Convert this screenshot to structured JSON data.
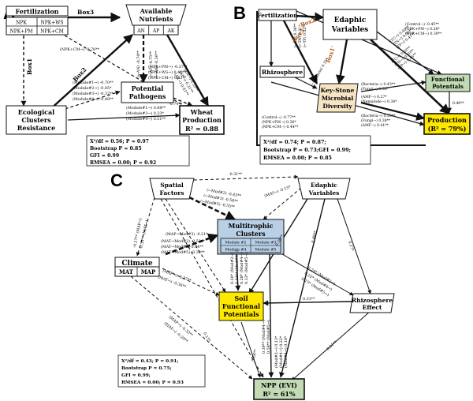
{
  "colors": {
    "ink": "#111111",
    "box_fill": "#ffffff",
    "blue_fill": "#b8cfe6",
    "green_fill": "#c2dbb4",
    "yellow_fill": "#ffe800",
    "tan_fill": "#f6e4c4",
    "brown_text": "#b35a1b"
  },
  "panel_a": {
    "letter": "A",
    "fertilization": {
      "title": "Fertilization",
      "cells": [
        "NPK",
        "NPK+WS",
        "NPK+PM",
        "NPK+CM"
      ]
    },
    "available_nutrients": {
      "title_line1": "Available",
      "title_line2": "Nutrients",
      "cells": [
        "AN",
        "AP",
        "AK"
      ]
    },
    "potential_pathogens": {
      "line1": "Potential",
      "line2": "Pathogens"
    },
    "ecological_clusters": {
      "line1": "Ecological",
      "line2": "Clusters",
      "line3": "Resistance"
    },
    "wheat_production": {
      "line1": "Wheat",
      "line2": "Production",
      "line3": "R² = 0.88"
    },
    "box_labels": [
      "Box1",
      "Box2",
      "Box3"
    ],
    "edge_labels": {
      "e1": "(NPK+CM→) -0.76**",
      "e2": "(Module#1→) -0.70**",
      "e3": "(Module#2→) -0.85*",
      "e4": "(Module#3→) -0.37**",
      "e5": "(Module#4→) -0.48**",
      "e6": "(Module#1→) 0.88**",
      "e7": "(Module#3→) 0.33*",
      "e8": "(Module#4→) 0.51**",
      "e9": "-0.74**",
      "e10": "(NPK+PM→) -0.37**",
      "e11": "(NPK+WS→) 0.46**",
      "e12": "(NPK+CM→) 0.53**",
      "e13": "(AN→) 0.53**",
      "e14": "(AP→) 0.31**",
      "e15": "(AK→) 0.41**",
      "e16": "(←AN) -0.74**",
      "e17": "(←AP) -0.75**",
      "e18": "(←AK) -0.36**"
    },
    "stats": {
      "l1": "X²/df = 0.56; P = 0.97",
      "l2": "Bootstrap P = 0.85",
      "l3": "GFI = 0.99",
      "l4": "RMSEA = 0.00; P = 0.92"
    }
  },
  "panel_b": {
    "letter": "B",
    "fertilization": "Fertilization",
    "edaphic": {
      "line1": "Edaphic",
      "line2": "Variables"
    },
    "rhizosphere": "Rhizosphere",
    "keystone": {
      "line1": "Key-Stone",
      "line2": "Microbial",
      "line3": "Diversity"
    },
    "functional": {
      "line1": "Functional",
      "line2": "Potentials"
    },
    "production": {
      "line1": "Production",
      "line2": "(R² = 79%)"
    },
    "box_labels": [
      "Box2'",
      "Box3'",
      "Box1'"
    ],
    "edge_labels": {
      "f1": "(Control→) -0.45**",
      "f2": "(NPK+PM→) 0.28*",
      "f3": "(NPK+CM→) 0.39**",
      "f4": "(TC→) 0.42**",
      "f5": "(TN→) 0.36**",
      "f6": "(TP→) 0.41**",
      "f7": "(TC→) 0.62**",
      "f8": "(TN→) 0.60**",
      "f9": "(TP→) 0.45**",
      "f10": "(Bacteria→) 0.43**",
      "f11": "(Fungi→) 0.38*",
      "f12": "(AMF→) 0.27*",
      "f13": "(Nematode→) 0.34*",
      "f14": "0.46**",
      "f15": "(Control→) -0.77**",
      "f16": "(NPK+PM→) 0.36*",
      "f17": "(NPK+CM→) 0.44**",
      "f18": "(Bacteria→) 0.55**",
      "f19": "(Fungi→) 0.38**",
      "f20": "(AMF→) 0.41**",
      "f21": "(←TC) 0.36**",
      "f22": "(←TN) 0.31*",
      "f23": "(←TP) 0.32**",
      "f24": "(←Bacteria) 0.31*"
    },
    "stats": {
      "l1": "X²/df = 0.74; P = 0.87;",
      "l2": "Bootstrap P = 0.73;GFI = 0.99;",
      "l3": "RMSEA = 0.00; P = 0.85"
    }
  },
  "panel_c": {
    "letter": "C",
    "spatial": {
      "line1": "Spatial",
      "line2": "Factors"
    },
    "edaphic": {
      "line1": "Edaphic",
      "line2": "Variables"
    },
    "multitrophic": {
      "line1": "Multitrophic",
      "line2": "Clusters",
      "cells": [
        "Module #2",
        "Module #3",
        "Module #4",
        "Module #5"
      ]
    },
    "climate": {
      "title": "Climate",
      "cells": [
        "MAT",
        "MAP"
      ]
    },
    "soil": {
      "line1": "Soil",
      "line2": "Functional",
      "line3": "Potentials"
    },
    "rhizo_effect": {
      "line1": "Rhizosphere",
      "line2": "Effect"
    },
    "npp": {
      "line1": "NPP (EVI)",
      "line2": "R² = 61%"
    },
    "edge_labels": {
      "g1": "-0.31**",
      "g2": "(←Mod#2) -0.43**",
      "g3": "(←Mod#3) -0.58**",
      "g4": "(←Mod#5) -0.55**",
      "g5": "(MAT→) -0.15*",
      "g6": "(MAP→Mod#3) -0.21*",
      "g7": "(MAT→Mod#2) -0.52**",
      "g8": "(MAT→Mod#4) 0.34**",
      "g9": "(MAT→Mod#5) -0.38**",
      "g10": "0.26* (Mod#2→)",
      "g11": "0.44** (Mod#3→)",
      "g12": "0.28* (Mod#4→)",
      "g13": "0.33* (Mod#5→)",
      "g14": "(MAP→) -0.37**",
      "g15": "(MAT→) -0.36**",
      "g16": "-0.27** (MAP→)",
      "g17": "-0.35** (MAT→)",
      "g18": "0.36**",
      "g19": "0.48**",
      "g20": "0.17*",
      "g21": "0.24* (Mod#2→)",
      "g22": "0.22* (Mod#4→)",
      "g23": "0.15* (Mod#5→)",
      "g24": "0.31**",
      "g25": "(MAP→) -0.32**",
      "g26": "(MAT→) -0.29**",
      "g27": "0.15*",
      "g28": "0.58**",
      "g29": "0.39** (Mod#4→)",
      "g30": "0.58** (Mod#5→)",
      "g31": "(Mod#2→) 0.13*",
      "g32": "(Mod#4→) 0.22*",
      "g33": "(Mod#4→) 0.18*",
      "g34": "0.21**"
    },
    "stats": {
      "l1": "X²/df = 0.43; P = 0.91;",
      "l2": "Bootstrap P = 0.75;",
      "l3": "GFI = 0.99;",
      "l4": "RMSEA = 0.00; P = 0.93"
    }
  }
}
